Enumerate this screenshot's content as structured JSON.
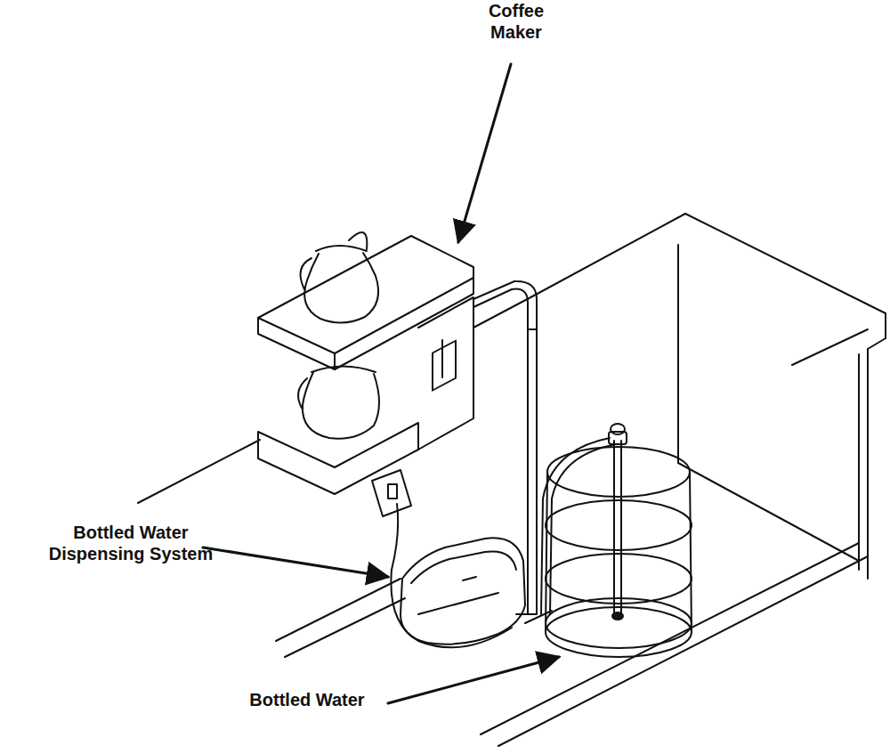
{
  "diagram": {
    "labels": [
      "Coffee Maker",
      "Bottled Water Dispensing System",
      "Bottled Water"
    ]
  }
}
